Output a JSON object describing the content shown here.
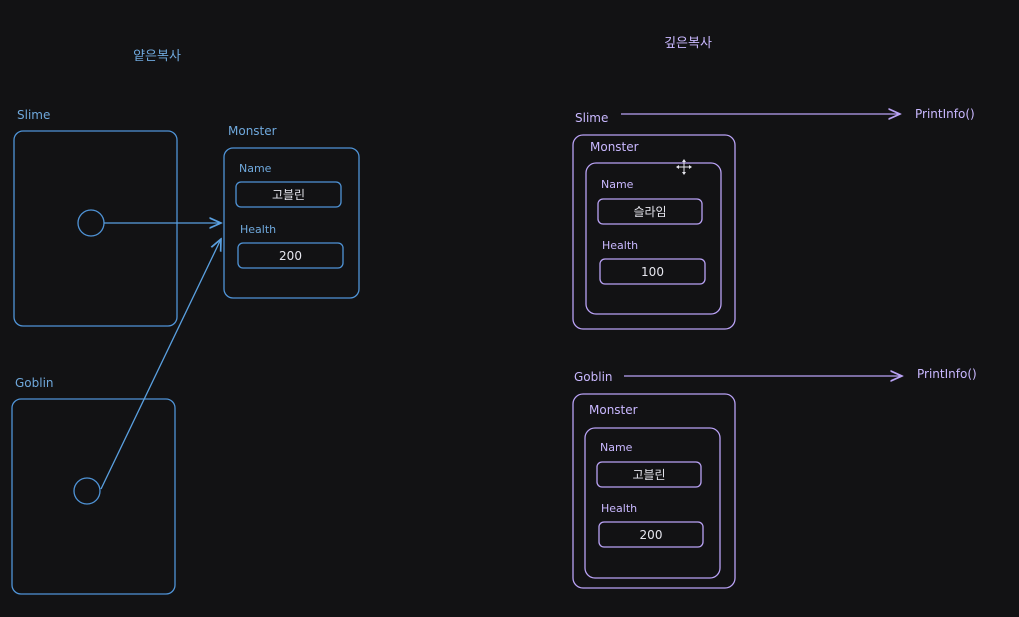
{
  "shallow": {
    "title": "얕은복사",
    "slime_label": "Slime",
    "goblin_label": "Goblin",
    "monster": {
      "label": "Monster",
      "name_label": "Name",
      "name_value": "고블린",
      "health_label": "Health",
      "health_value": "200"
    }
  },
  "deep": {
    "title": "깊은복사",
    "slime": {
      "label": "Slime",
      "method": "PrintInfo()",
      "monster": {
        "label": "Monster",
        "name_label": "Name",
        "name_value": "슬라임",
        "health_label": "Health",
        "health_value": "100"
      }
    },
    "goblin": {
      "label": "Goblin",
      "method": "PrintInfo()",
      "monster": {
        "label": "Monster",
        "name_label": "Name",
        "name_value": "고블린",
        "health_label": "Health",
        "health_value": "200"
      }
    }
  },
  "colors": {
    "background": "#121214",
    "shallow_stroke": "#4f93d6",
    "deep_stroke": "#b9a2f5"
  }
}
